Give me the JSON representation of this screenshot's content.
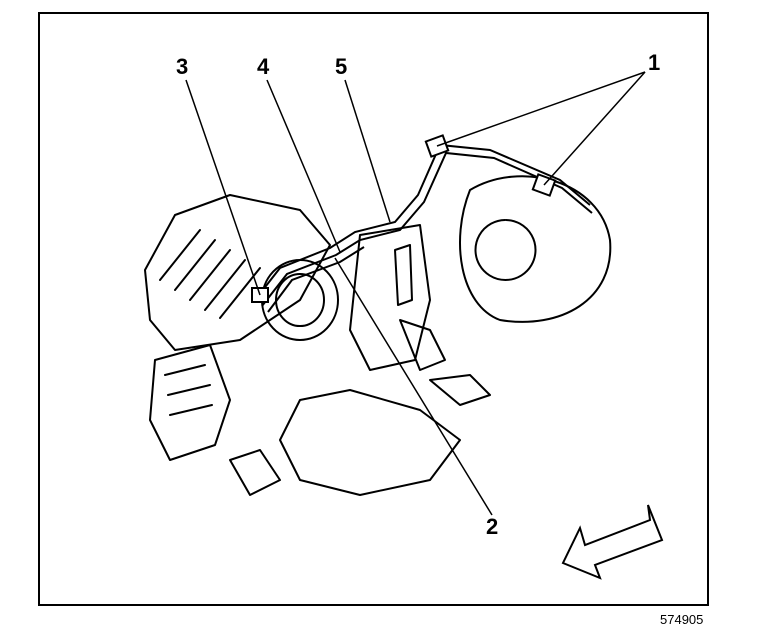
{
  "callouts": {
    "c1": "1",
    "c2": "2",
    "c3": "3",
    "c4": "4",
    "c5": "5"
  },
  "figure_number": "574905",
  "colors": {
    "ink": "#000000",
    "paper": "#ffffff"
  }
}
